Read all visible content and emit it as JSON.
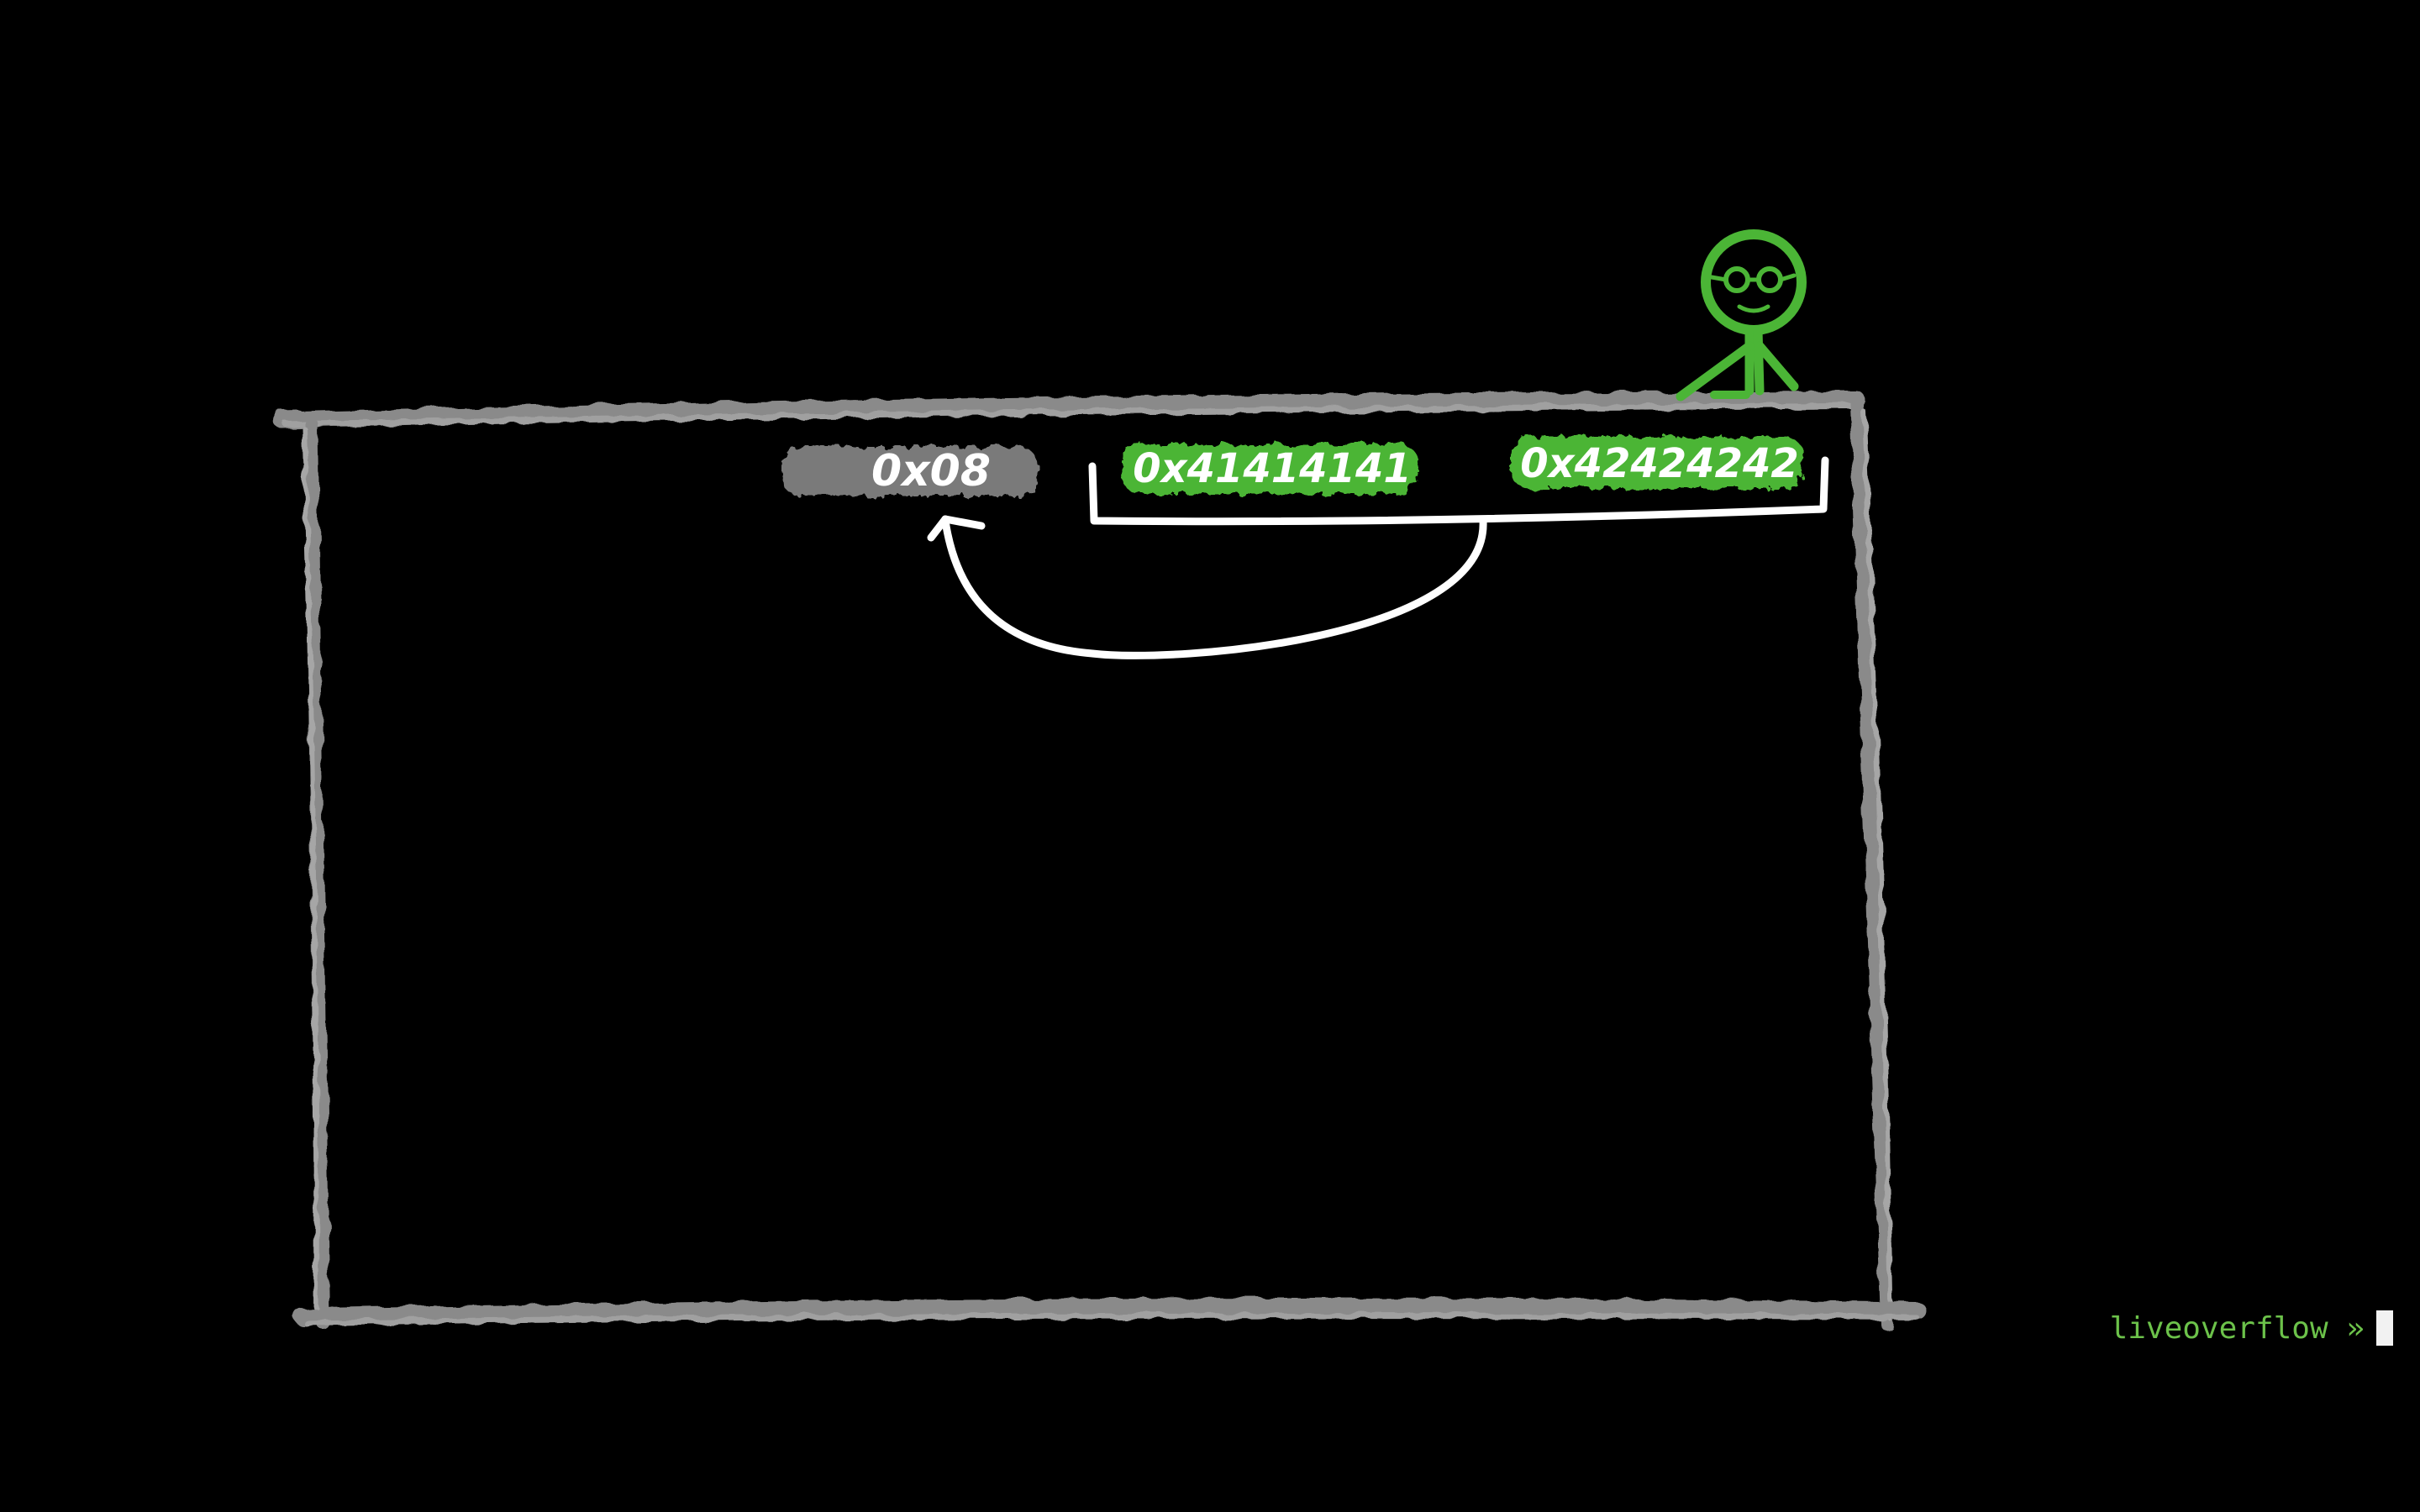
{
  "diagram": {
    "values": {
      "grey_box": "0x08",
      "green_box_1": "0x41414141",
      "green_box_2": "0x42424242"
    },
    "colors": {
      "background": "#000000",
      "frame": "#8a8a8a",
      "grey_highlight": "#7a7a7a",
      "green_highlight": "#4bb536",
      "text": "#ffffff",
      "arrow": "#ffffff",
      "stick_figure": "#4bb536"
    },
    "icons": {
      "figure": "stick-figure-with-glasses-icon",
      "arrow": "curved-arrow-icon"
    }
  },
  "terminal": {
    "prompt": "liveoverflow »"
  }
}
